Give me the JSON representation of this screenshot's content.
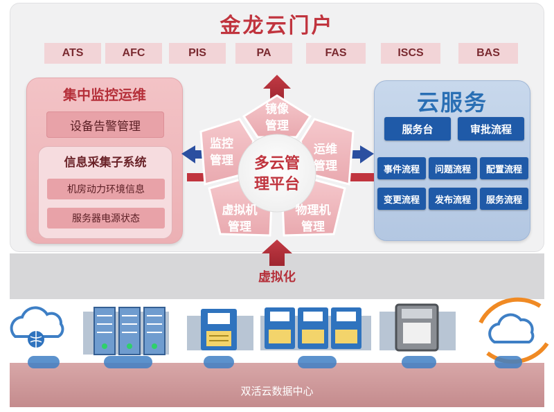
{
  "portal": {
    "title": "金龙云门户",
    "systems": [
      "ATS",
      "AFC",
      "PIS",
      "PA",
      "FAS",
      "ISCS",
      "BAS"
    ]
  },
  "monitoring": {
    "title": "集中监控运维",
    "alarm_mgmt": "设备告警管理",
    "collection": {
      "title": "信息采集子系统",
      "items": [
        "机房动力环境信息",
        "服务器电源状态"
      ]
    }
  },
  "cloud_services": {
    "title": "云服务",
    "main": [
      "服务台",
      "审批流程"
    ],
    "flows_row1": [
      "事件流程",
      "问题流程",
      "配置流程"
    ],
    "flows_row2": [
      "变更流程",
      "发布流程",
      "服务流程"
    ]
  },
  "platform": {
    "center_line1": "多云管",
    "center_line2": "理平台",
    "segments": {
      "top": [
        "镜像",
        "管理"
      ],
      "left": [
        "监控",
        "管理"
      ],
      "right": [
        "运维",
        "管理"
      ],
      "bottom_left": [
        "虚拟机",
        "管理"
      ],
      "bottom_right": [
        "物理机",
        "管理"
      ]
    }
  },
  "virtualization": "虚拟化",
  "datacenter": "双活云数据中心",
  "colors": {
    "accent_red": "#c0343e",
    "blue": "#1f5aa8",
    "light_blue": "#2a6fb4"
  },
  "icons": [
    "cloud-globe-icon",
    "server-rack-icon",
    "disk-storage-icon",
    "disk-array-icon",
    "hardware-module-icon",
    "cloud-orange-icon"
  ]
}
